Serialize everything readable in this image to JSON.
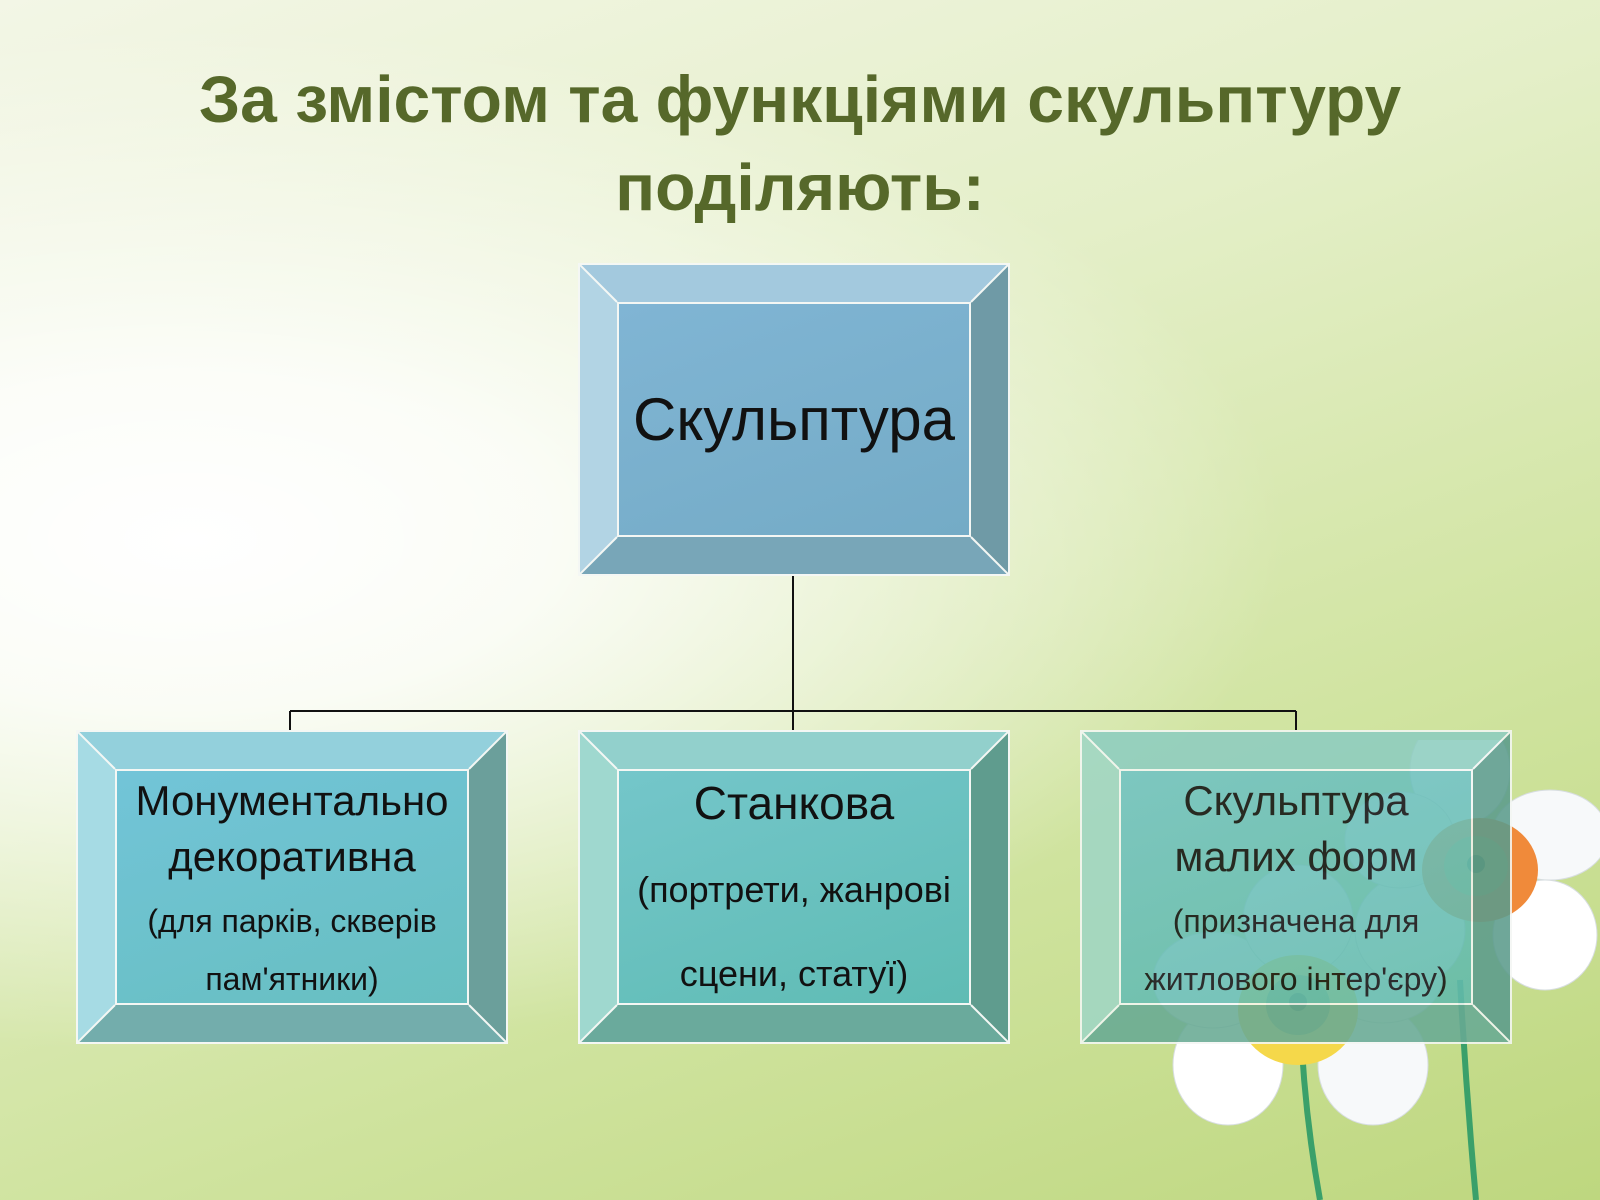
{
  "title": {
    "line1": "За змістом та функціями скульптуру",
    "line2": "поділяють:"
  },
  "diagram": {
    "root": {
      "label": "Скульптура"
    },
    "children": [
      {
        "label_line1": "Монументально",
        "label_line2": "декоративна",
        "note_line1": "(для парків, скверів",
        "note_line2": "пам'ятники)"
      },
      {
        "label_line1": "Станкова",
        "note_line1": "(портрети, жанрові",
        "note_line2": "сцени, статуї)"
      },
      {
        "label_line1": "Скульптура",
        "label_line2": "малих форм",
        "note_line1": "(призначена для",
        "note_line2": "житлового інтер'єру)"
      }
    ]
  },
  "colors": {
    "title": "#56682a",
    "root_box": "#7ab2d0",
    "child_box": "#6ec2c6",
    "connector": "#111111"
  }
}
